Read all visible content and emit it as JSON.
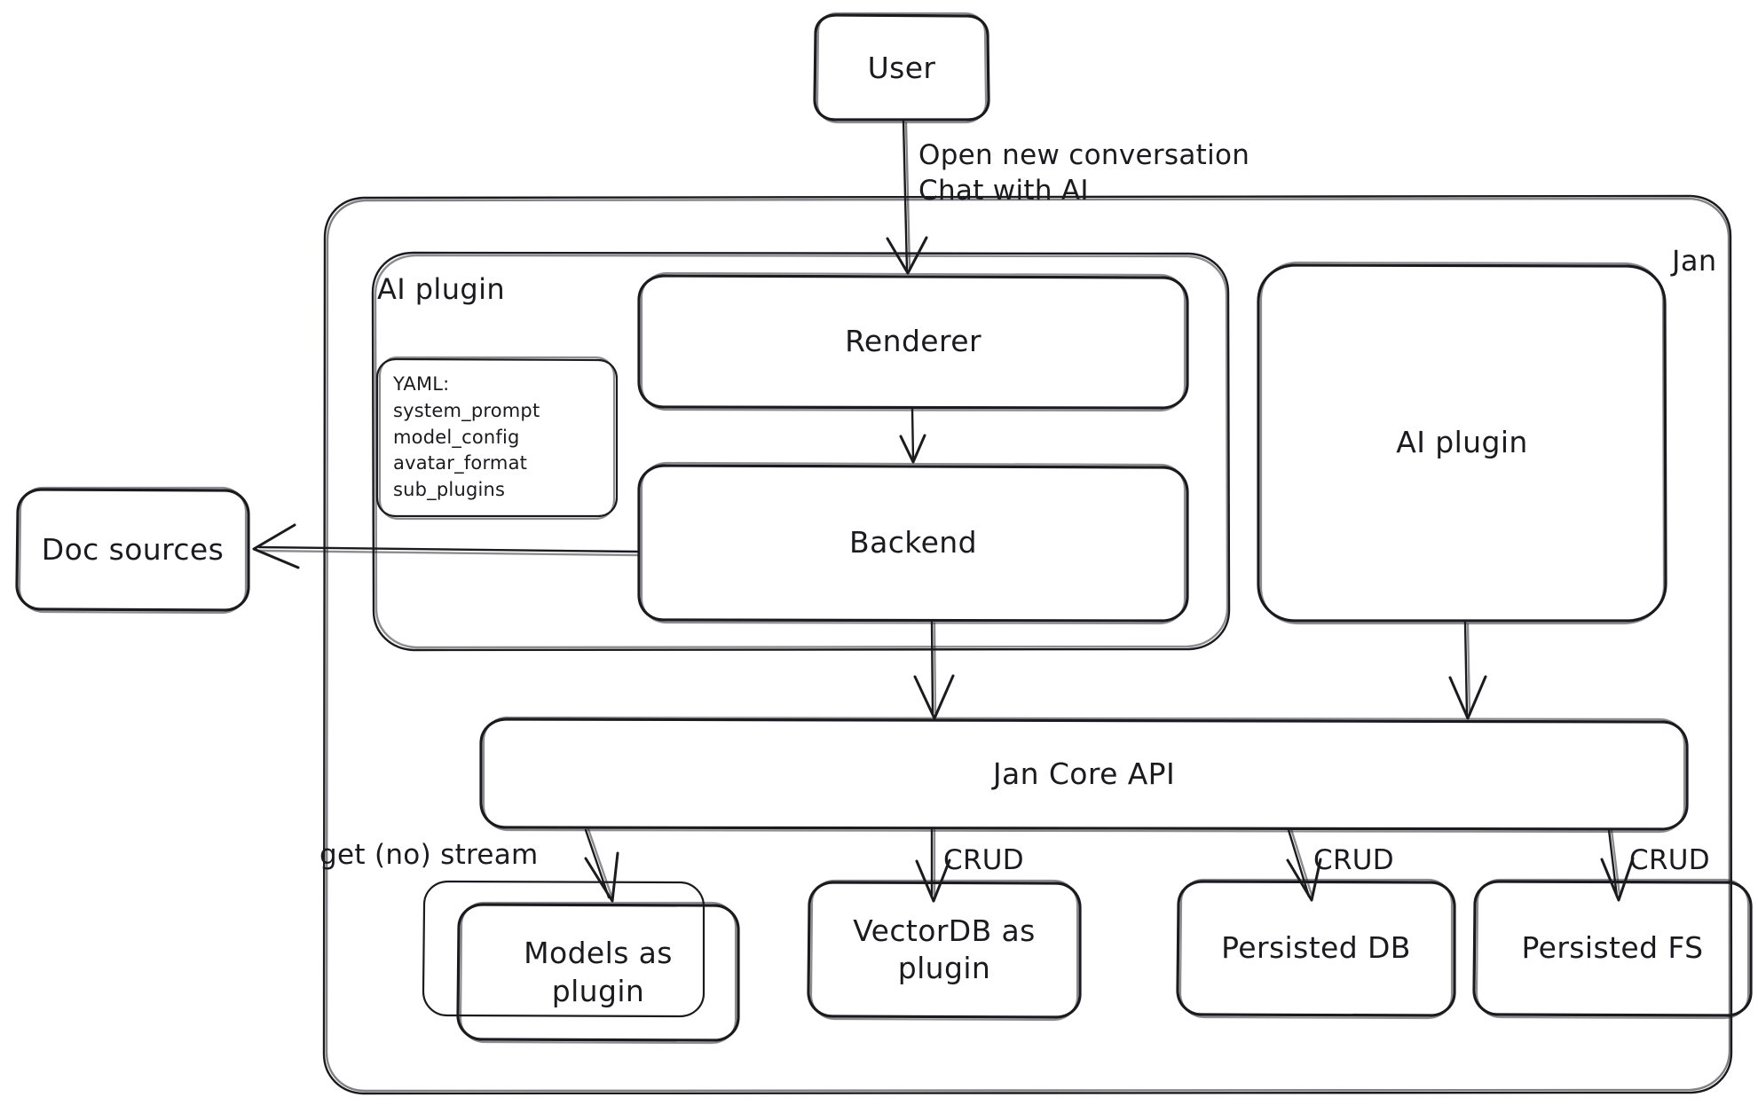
{
  "diagram": {
    "title": "Jan architecture overview",
    "style": "hand-drawn-sketch",
    "stroke_color": "#1b1b1f",
    "background_color": "#ffffff"
  },
  "nodes": {
    "user": {
      "label": "User"
    },
    "jan_container": {
      "label": "Jan"
    },
    "ai_plugin_group": {
      "label": "AI plugin"
    },
    "yaml_card": {
      "label": "YAML:\nsystem_prompt\nmodel_config\navatar_format\nsub_plugins"
    },
    "renderer": {
      "label": "Renderer"
    },
    "backend": {
      "label": "Backend"
    },
    "doc_sources": {
      "label": "Doc sources"
    },
    "ai_plugin_right": {
      "label": "AI plugin"
    },
    "jan_core_api": {
      "label": "Jan Core API"
    },
    "models_plugin": {
      "label": "Models as\nplugin"
    },
    "vectordb_plugin": {
      "label": "VectorDB as\nplugin"
    },
    "persisted_db": {
      "label": "Persisted DB"
    },
    "persisted_fs": {
      "label": "Persisted FS"
    }
  },
  "edges": {
    "user_to_renderer": {
      "label": "Open new conversation\nChat with AI"
    },
    "renderer_to_backend": {
      "label": ""
    },
    "backend_to_doc_sources": {
      "label": ""
    },
    "backend_to_core": {
      "label": ""
    },
    "ai_plugin_to_core": {
      "label": ""
    },
    "core_to_models": {
      "label": "get (no) stream"
    },
    "core_to_vectordb": {
      "label": "CRUD"
    },
    "core_to_db": {
      "label": "CRUD"
    },
    "core_to_fs": {
      "label": "CRUD"
    }
  }
}
